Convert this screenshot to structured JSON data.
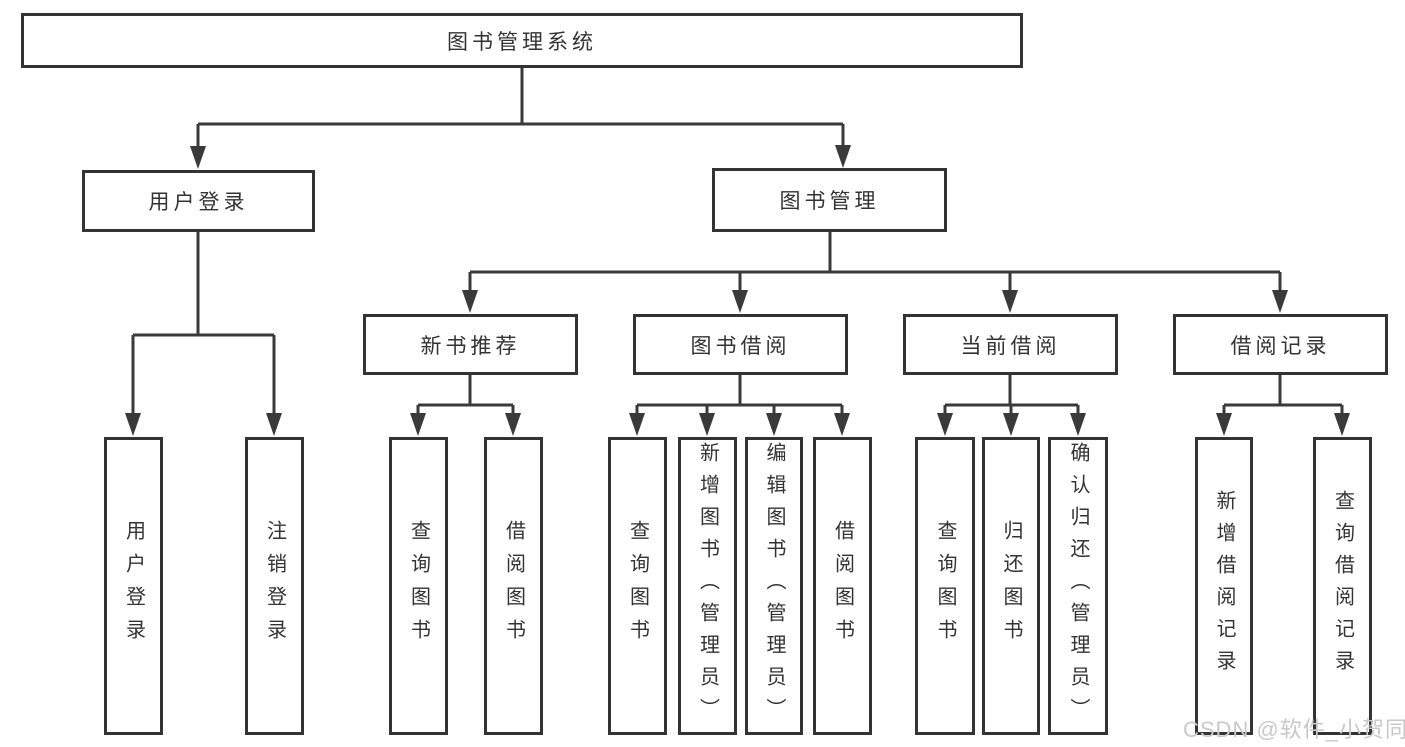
{
  "tree": {
    "root": {
      "label": "图书管理系统",
      "children": [
        {
          "label": "用户登录",
          "children": [
            {
              "label": "用户登录"
            },
            {
              "label": "注销登录"
            }
          ]
        },
        {
          "label": "图书管理",
          "children": [
            {
              "label": "新书推荐",
              "children": [
                {
                  "label": "查询图书"
                },
                {
                  "label": "借阅图书"
                }
              ]
            },
            {
              "label": "图书借阅",
              "children": [
                {
                  "label": "查询图书"
                },
                {
                  "label": "新增图书（管理员）"
                },
                {
                  "label": "编辑图书（管理员）"
                },
                {
                  "label": "借阅图书"
                }
              ]
            },
            {
              "label": "当前借阅",
              "children": [
                {
                  "label": "查询图书"
                },
                {
                  "label": "归还图书"
                },
                {
                  "label": "确认归还（管理员）"
                }
              ]
            },
            {
              "label": "借阅记录",
              "children": [
                {
                  "label": "新增借阅记录"
                },
                {
                  "label": "查询借阅记录"
                }
              ]
            }
          ]
        }
      ]
    }
  },
  "watermark": "CSDN @软件_小贺同学",
  "colors": {
    "line": "#3a3a3a",
    "box_border": "#333333",
    "text": "#333333",
    "watermark": "#c9c9c9",
    "background": "#ffffff"
  }
}
